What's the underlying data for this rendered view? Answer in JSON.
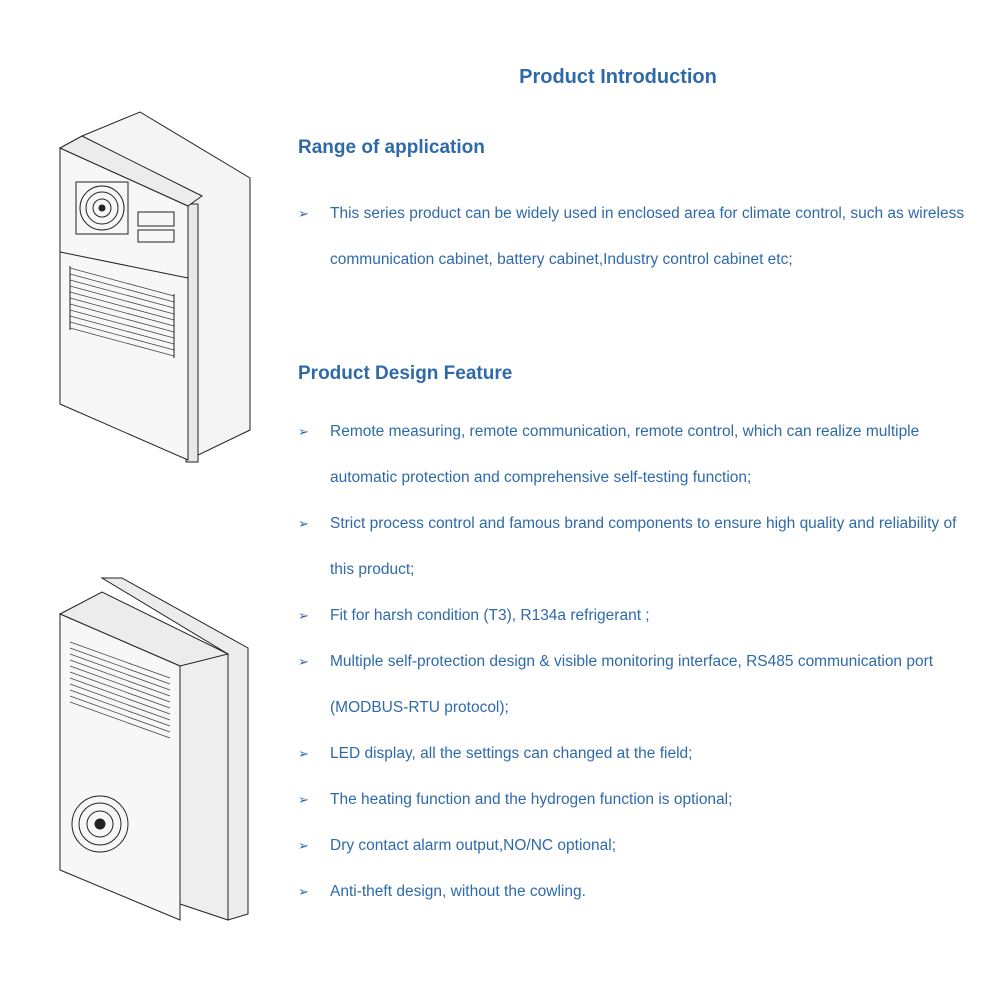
{
  "title": "Product Introduction",
  "range": {
    "heading": "Range of application",
    "items": [
      "This series product can be widely used in enclosed area for climate control, such as wireless communication cabinet, battery cabinet,Industry control cabinet etc;"
    ]
  },
  "feature": {
    "heading": "Product Design Feature",
    "items": [
      "Remote measuring, remote communication, remote control, which can realize multiple automatic protection and comprehensive self-testing function;",
      "Strict process control and famous brand components to ensure high quality and reliability of this product;",
      "Fit for harsh condition (T3), R134a refrigerant ;",
      "Multiple self-protection design & visible monitoring  interface, RS485 communication port (MODBUS-RTU protocol);",
      "LED display, all the settings can changed at the field;",
      "The heating function and the hydrogen function is optional;",
      "Dry contact alarm output,NO/NC optional;",
      "Anti-theft design, without  the cowling."
    ]
  },
  "bullet_symbol": "➢",
  "colors": {
    "text": "#2f6aa8",
    "line": "#222222",
    "fill": "#f2f2f2"
  }
}
